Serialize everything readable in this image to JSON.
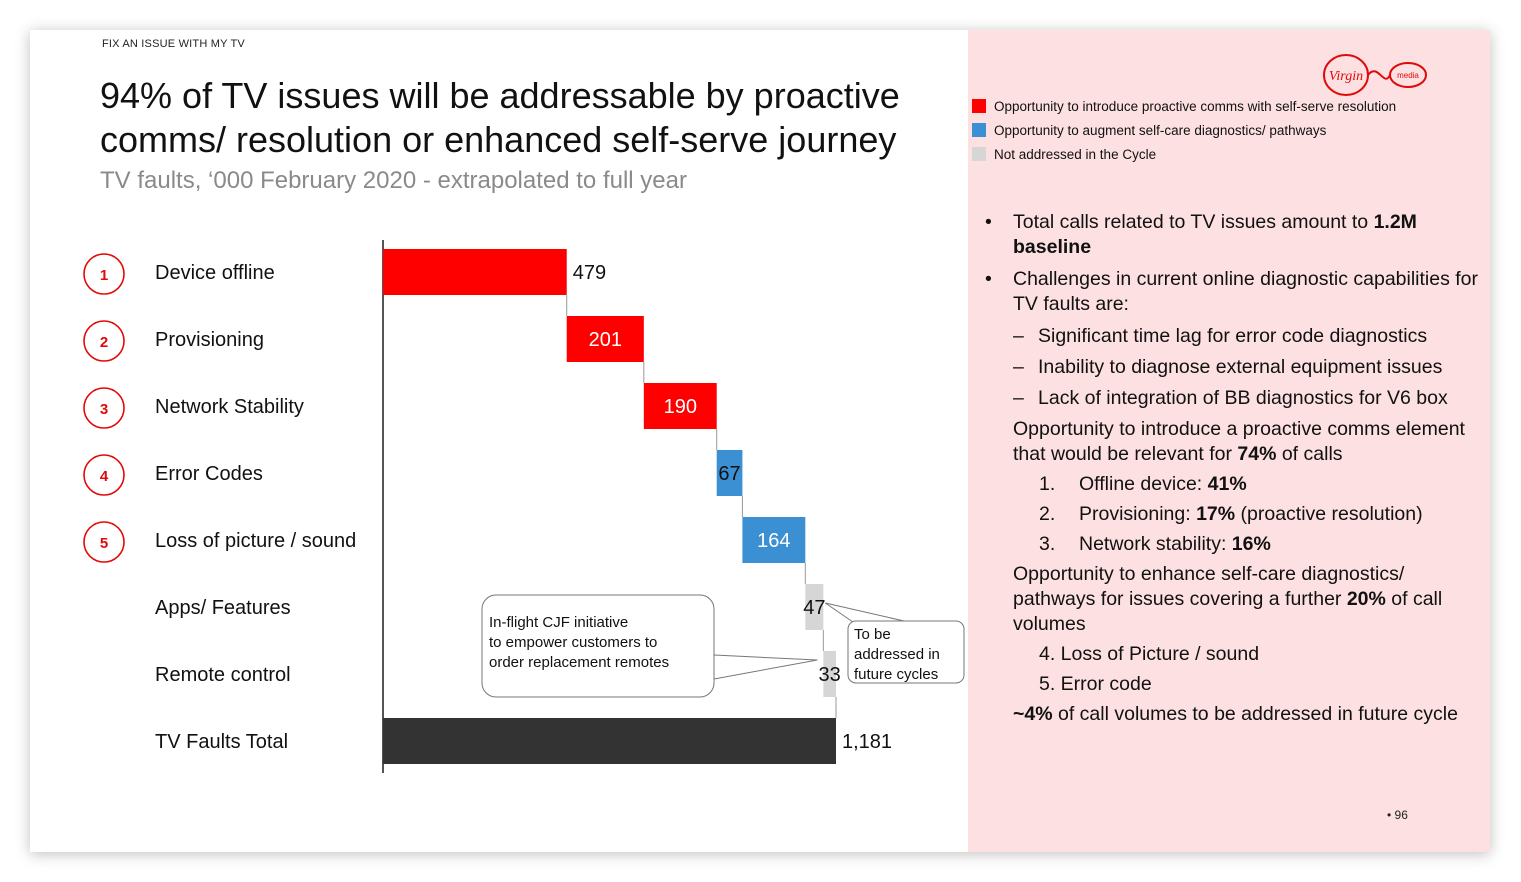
{
  "kicker": "FIX AN ISSUE WITH MY TV",
  "title": "94% of TV issues will be addressable by proactive comms/ resolution or enhanced self-serve journey",
  "subtitle": "TV faults, ‘000 February 2020 - extrapolated to full year",
  "colors": {
    "red": "#fe0000",
    "blue": "#3b8fd3",
    "grey": "#d6d6d6",
    "total": "#333333",
    "panel": "#fde0e1"
  },
  "logo": {
    "icon": "virgin-media-logo",
    "word1": "Virgin",
    "word2": "media"
  },
  "legend": [
    {
      "label": "Opportunity to introduce proactive comms with self-serve resolution",
      "color": "#fe0000"
    },
    {
      "label": "Opportunity to augment self-care diagnostics/ pathways",
      "color": "#3b8fd3"
    },
    {
      "label": "Not addressed in the Cycle",
      "color": "#d6d6d6"
    }
  ],
  "chart_data": {
    "type": "bar",
    "subtype": "waterfall",
    "orientation": "horizontal",
    "categories": [
      "Device offline",
      "Provisioning",
      "Network Stability",
      "Error Codes",
      "Loss of picture / sound",
      "Apps/ Features",
      "Remote control",
      "TV Faults Total"
    ],
    "markers": [
      "1",
      "2",
      "3",
      "4",
      "5",
      "",
      "",
      ""
    ],
    "values": [
      479,
      201,
      190,
      67,
      164,
      47,
      33,
      1181
    ],
    "value_labels": [
      "479",
      "201",
      "190",
      "67",
      "164",
      "47",
      "33",
      "1,181"
    ],
    "groups": [
      "red",
      "red",
      "red",
      "blue",
      "blue",
      "grey",
      "grey",
      "total"
    ],
    "callouts": [
      {
        "text": "In-flight CJF initiative to empower customers to order replacement remotes",
        "target": "Remote control"
      },
      {
        "text": "To be addressed in future cycles",
        "target": "Apps/ Features"
      }
    ]
  },
  "bullets": {
    "b1_text": "Total calls related to TV issues amount to ",
    "b1_bold": "1.2M baseline",
    "b2_text": "Challenges in current online diagnostic capabilities for TV faults are:",
    "dashes": [
      "Significant time lag for error code diagnostics",
      "Inability to diagnose external equipment issues",
      "Lack of integration of BB diagnostics for V6 box"
    ],
    "p1_text": "Opportunity to introduce a proactive comms element that would be relevant for ",
    "p1_bold": "74%",
    "p1_tail": " of calls",
    "numbered": [
      {
        "n": "1.",
        "label": "Offline device: ",
        "bold": "41%",
        "tail": ""
      },
      {
        "n": "2.",
        "label": "Provisioning: ",
        "bold": "17%",
        "tail": " (proactive resolution)"
      },
      {
        "n": "3.",
        "label": "Network stability: ",
        "bold": "16%",
        "tail": ""
      }
    ],
    "p2_text": "Opportunity to enhance self-care diagnostics/ pathways for issues covering a further ",
    "p2_bold": "20%",
    "p2_tail": " of call volumes",
    "sub1": "4. Loss of Picture / sound",
    "sub2": "5. Error code",
    "p3_bold": "~4%",
    "p3_text": " of call volumes to be addressed in future cycle"
  },
  "page_number": "96"
}
